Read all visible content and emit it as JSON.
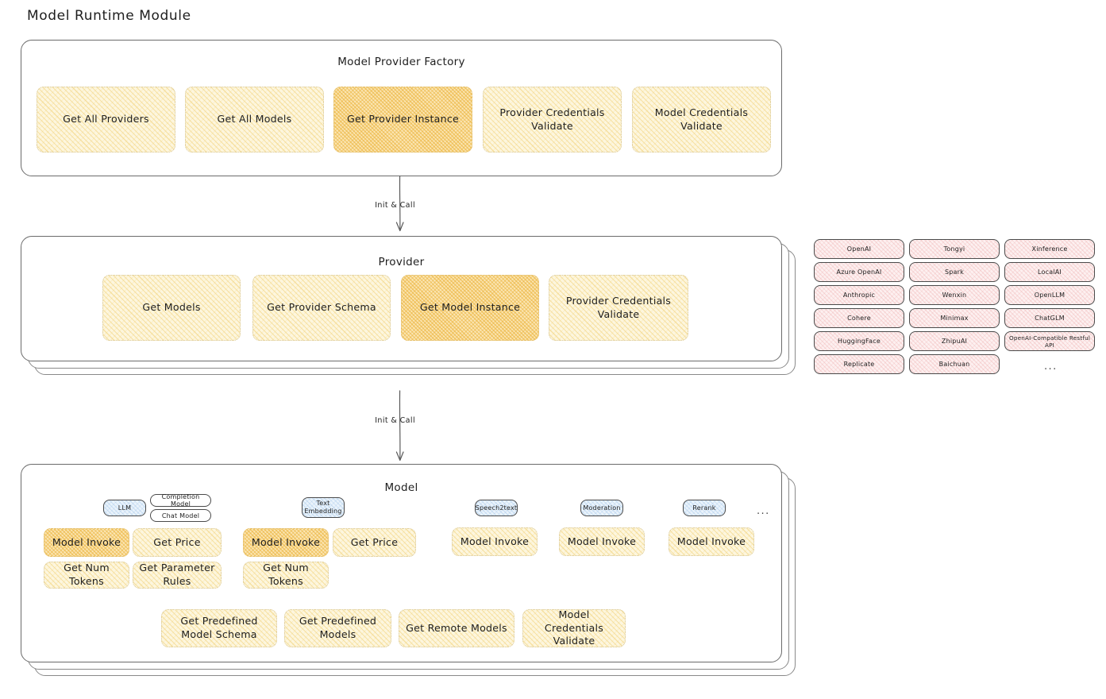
{
  "page": {
    "title": "Model Runtime Module",
    "accent_yellow": "#fdf6de",
    "accent_yellow_strong": "#fbe6b4",
    "accent_pink": "#fdf0f0",
    "accent_blue": "#eaf3fb",
    "stroke": "#1e1e1e"
  },
  "factory": {
    "title": "Model Provider Factory",
    "boxes": [
      {
        "label": "Get All Providers",
        "highlighted": false
      },
      {
        "label": "Get All Models",
        "highlighted": false
      },
      {
        "label": "Get Provider Instance",
        "highlighted": true
      },
      {
        "label": "Provider Credentials Validate",
        "highlighted": false
      },
      {
        "label": "Model Credentials Validate",
        "highlighted": false
      }
    ]
  },
  "arrows": [
    {
      "label": "Init & Call",
      "from": "Model Provider Factory",
      "to": "Provider"
    },
    {
      "label": "Init & Call",
      "from": "Provider",
      "to": "Model"
    }
  ],
  "provider": {
    "title": "Provider",
    "boxes": [
      {
        "label": "Get Models",
        "highlighted": false
      },
      {
        "label": "Get Provider Schema",
        "highlighted": false
      },
      {
        "label": "Get Model Instance",
        "highlighted": true
      },
      {
        "label": "Provider Credentials Validate",
        "highlighted": false
      }
    ]
  },
  "provider_list": {
    "columns": [
      {
        "items": [
          "OpenAI",
          "Azure OpenAI",
          "Anthropic",
          "Cohere",
          "HuggingFace",
          "Replicate"
        ]
      },
      {
        "items": [
          "Tongyi",
          "Spark",
          "Wenxin",
          "Minimax",
          "ZhipuAI",
          "Baichuan"
        ]
      },
      {
        "items": [
          "Xinference",
          "LocalAI",
          "OpenLLM",
          "ChatGLM",
          "OpenAI-Compatible Restful API"
        ]
      }
    ],
    "more": "..."
  },
  "model": {
    "title": "Model",
    "more": "...",
    "types": [
      {
        "badge": "LLM",
        "sub_badges": [
          "Completion Model",
          "Chat Model"
        ],
        "boxes": [
          {
            "label": "Model Invoke",
            "highlighted": true
          },
          {
            "label": "Get Price",
            "highlighted": false
          },
          {
            "label": "Get Num Tokens",
            "highlighted": false
          },
          {
            "label": "Get Parameter Rules",
            "highlighted": false
          }
        ]
      },
      {
        "badge": "Text Embedding",
        "sub_badges": [],
        "boxes": [
          {
            "label": "Model Invoke",
            "highlighted": true
          },
          {
            "label": "Get Price",
            "highlighted": false
          },
          {
            "label": "Get Num Tokens",
            "highlighted": false
          }
        ]
      },
      {
        "badge": "Speech2text",
        "sub_badges": [],
        "boxes": [
          {
            "label": "Model Invoke",
            "highlighted": false
          }
        ]
      },
      {
        "badge": "Moderation",
        "sub_badges": [],
        "boxes": [
          {
            "label": "Model Invoke",
            "highlighted": false
          }
        ]
      },
      {
        "badge": "Rerank",
        "sub_badges": [],
        "boxes": [
          {
            "label": "Model Invoke",
            "highlighted": false
          }
        ]
      }
    ],
    "common_boxes": [
      "Get Predefined Model Schema",
      "Get Predefined Models",
      "Get Remote Models",
      "Model Credentials Validate"
    ]
  }
}
